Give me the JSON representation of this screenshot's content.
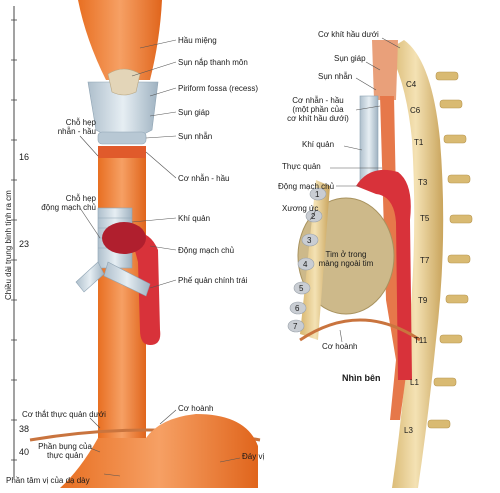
{
  "ruler": {
    "title": "Chiều dài trung bình tính ra cm",
    "ticks": [
      "16",
      "23",
      "38",
      "40"
    ]
  },
  "front_labels": {
    "hau_mieng": "Hầu miệng",
    "sun_nap_thanh_mon": "Sụn nắp thanh môn",
    "piriform": "Piriform fossa (recess)",
    "sun_giap": "Sụn giáp",
    "sun_nhan": "Sụn nhẫn",
    "co_nhan_hau": "Cơ nhẫn - hầu",
    "cho_hep_1": [
      "Chỗ hẹp",
      "nhẫn - hầu"
    ],
    "cho_hep_2": [
      "Chỗ hẹp",
      "động mạch chủ"
    ],
    "khi_quan": "Khí quản",
    "dong_mach_chu": "Động mạch chủ",
    "phe_quan": "Phế quản chính trái",
    "co_that": "Cơ thắt thực quản dưới",
    "co_hoanh": "Cơ hoành",
    "phan_bung": [
      "Phần bụng của",
      "thực quản"
    ],
    "day_vi": "Đáy vị",
    "phan_tam_vi": "Phần tâm vị của dạ dày"
  },
  "side_labels": {
    "co_khit_hau_duoi": "Cơ khít hầu dưới",
    "sun_giap": "Sụn giáp",
    "sun_nhan": "Sụn nhẫn",
    "co_nhan_hau": [
      "Cơ nhẫn - hầu",
      "(một phần của",
      "cơ khít hầu dưới)"
    ],
    "khi_quan": "Khí quản",
    "thuc_quan": "Thực quản",
    "dong_mach_chu": "Động mạch chủ",
    "xuong_uc": "Xương ức",
    "tim": [
      "Tim ở trong",
      "màng ngoài tim"
    ],
    "co_hoanh": "Cơ hoành",
    "title": "Nhìn bên"
  },
  "vertebrae": [
    "C4",
    "C6",
    "T1",
    "T3",
    "T5",
    "T7",
    "T9",
    "T11",
    "L1",
    "L3"
  ],
  "ribs": [
    "1",
    "2",
    "3",
    "4",
    "5",
    "6",
    "7"
  ],
  "colors": {
    "esophagus": "#ef8a3a",
    "esophagus_dark": "#d9681e",
    "aorta": "#d8323a",
    "cartilage": "#c9d6df",
    "bone": "#e9cf94",
    "heart": "#cdb98a"
  }
}
